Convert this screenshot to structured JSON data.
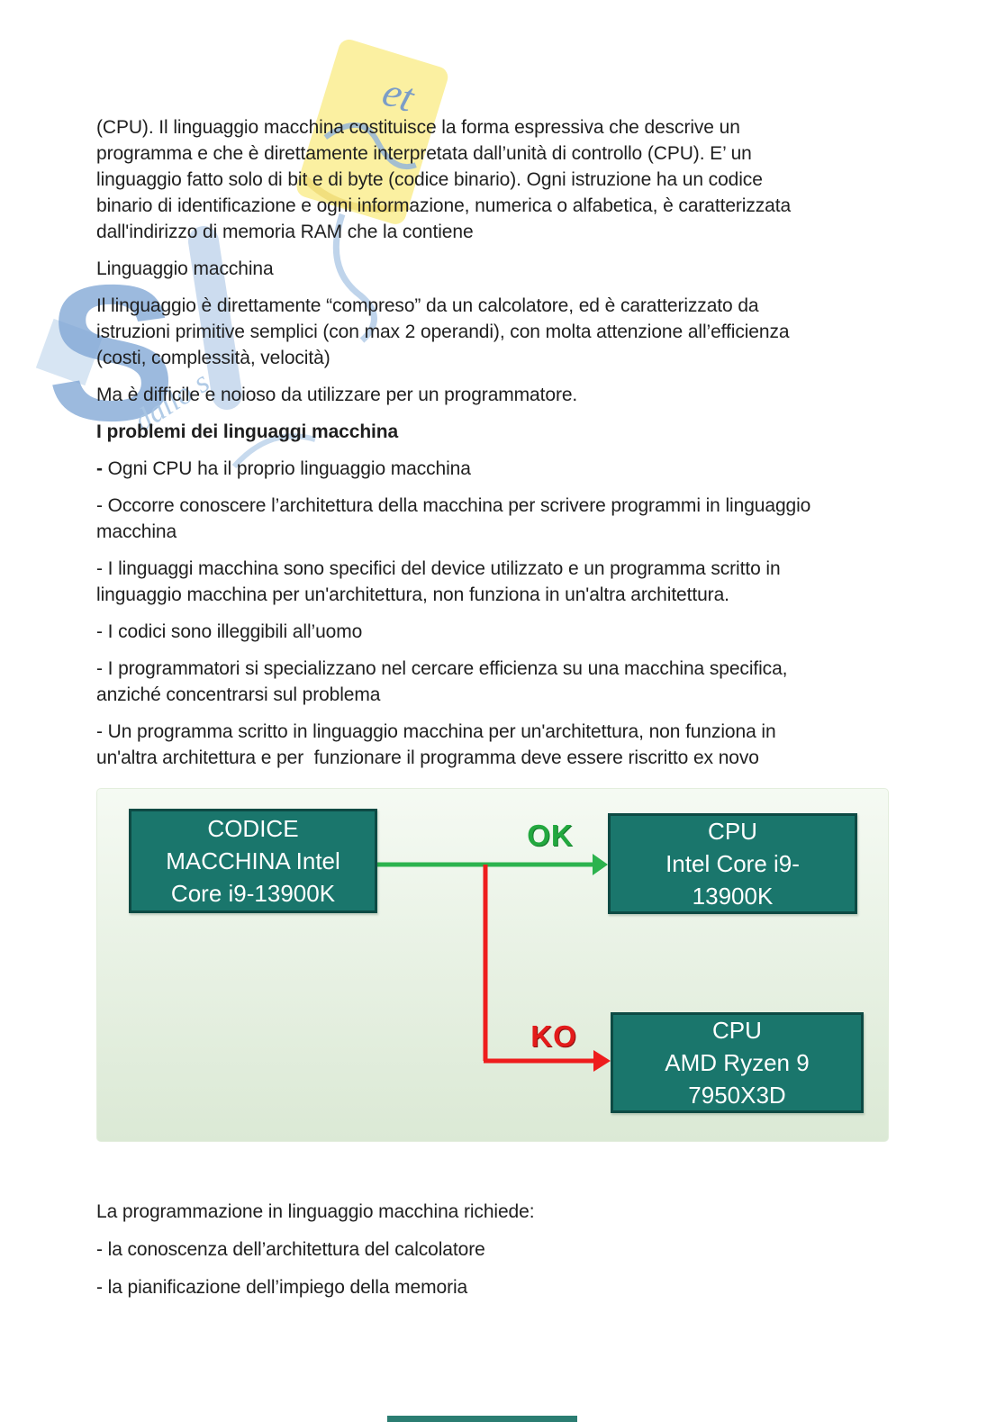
{
  "doc": {
    "intro_lines": [
      "(CPU). Il linguaggio macchina costituisce la forma espressiva che descrive un",
      "programma e che è direttamente interpretata dall’unità di controllo (CPU). E’ un",
      "linguaggio fatto solo di bit e di byte (codice binario). Ogni istruzione ha un codice",
      "binario di identificazione e ogni informazione, numerica o alfabetica, è caratterizzata",
      "dall'indirizzo di memoria RAM che la contiene"
    ],
    "label_linguaggio": "Linguaggio macchina",
    "compreso_lines": [
      "Il linguaggio è direttamente “compreso” da un calcolatore, ed è caratterizzato da",
      "istruzioni primitive semplici (con max 2 operandi), con molta attenzione all’efficienza",
      "(costi, complessità, velocità)"
    ],
    "difficile": "Ma è difficile e noioso da utilizzare per un programmatore.",
    "heading": "I problemi dei linguaggi macchina",
    "bullet_cpu": {
      "dash": "-",
      "text": " Ogni CPU ha il proprio linguaggio macchina"
    },
    "bullet_occorre_lines": [
      "- Occorre conoscere l’architettura della macchina per scrivere programmi in linguaggio",
      "macchina"
    ],
    "bullet_specifici_lines": [
      "- I linguaggi macchina sono specifici del device utilizzato e un programma scritto in",
      "linguaggio macchina per un'architettura, non funziona in un'altra architettura."
    ],
    "bullet_codici": "- I codici sono illeggibili all’uomo",
    "bullet_programmatori_lines": [
      "- I programmatori si specializzano nel cercare efficienza su una macchina specifica,",
      "anziché concentrarsi sul problema"
    ],
    "bullet_exnovo_lines": [
      "- Un programma scritto in linguaggio macchina per un'architettura, non funziona in",
      "un'altra architettura e per  funzionare il programma deve essere riscritto ex novo"
    ],
    "footer_intro": "La programmazione in linguaggio macchina richiede:",
    "footer_item1": "- la conoscenza dell’architettura del calcolatore",
    "footer_item2": "- la pianificazione dell’impiego della memoria"
  },
  "diagram": {
    "source_box_lines": [
      "CODICE",
      "MACCHINA Intel",
      "Core i9-13900K"
    ],
    "intel_box_lines": [
      "CPU",
      "Intel Core i9-",
      "13900K"
    ],
    "amd_box_lines": [
      "CPU",
      "AMD Ryzen 9",
      "7950X3D"
    ],
    "ok_label": "OK",
    "ko_label": "KO",
    "colors": {
      "box_fill": "#1a766c",
      "box_border": "#0d4a44",
      "arrow_green": "#2cb34e",
      "ok_green": "#23a83f",
      "arrow_red": "#ee1d1d",
      "ko_red": "#e31b1b",
      "panel_top": "#f5faf3",
      "panel_bottom": "#dbe9d5"
    }
  },
  "watermark": {
    "note_fragment": "et",
    "script_fragment": "dallo s",
    "colors": {
      "note_yellow": "#fbf0a1",
      "logo_blue": "#7ba3d4",
      "script_blue": "#a9c6e4"
    }
  }
}
